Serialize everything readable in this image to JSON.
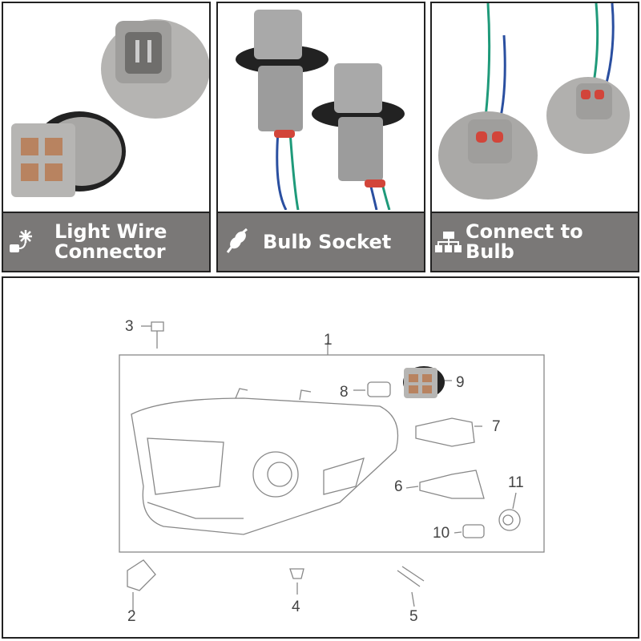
{
  "features": [
    {
      "label": "Light Wire Connector",
      "line1": "Light Wire",
      "line2": "Connector",
      "icon": "light-plug-icon"
    },
    {
      "label": "Bulb Socket",
      "icon": "plug-icon"
    },
    {
      "label": "Connect to Bulb",
      "icon": "network-icon"
    }
  ],
  "diagram": {
    "callouts": [
      "1",
      "2",
      "3",
      "4",
      "5",
      "6",
      "7",
      "8",
      "9",
      "10",
      "11"
    ]
  },
  "colors": {
    "label_bg": "#7a7877",
    "socket_gray": "#a9a9a9",
    "wire_blue": "#2a4fa0",
    "wire_green": "#1f9a7a",
    "seal_red": "#d2453a"
  }
}
